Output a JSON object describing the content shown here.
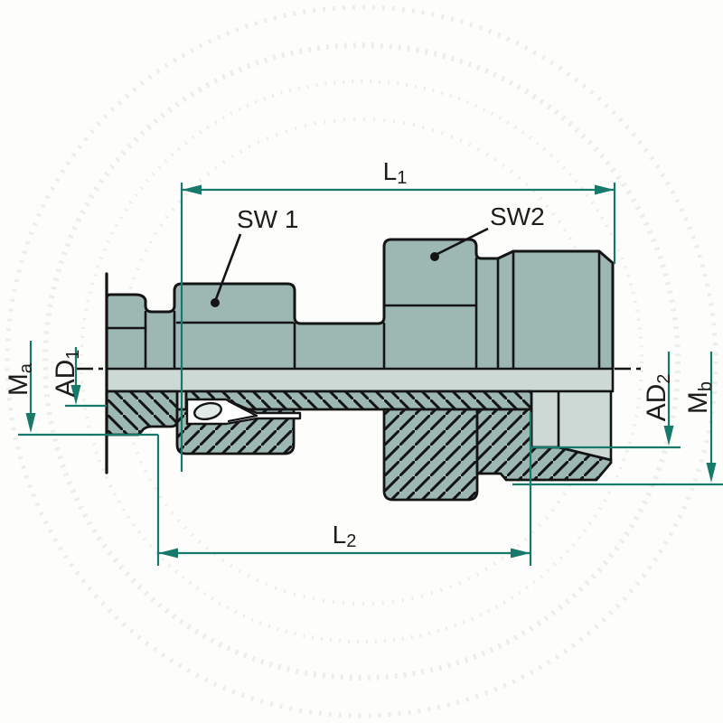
{
  "labels": {
    "length_top": {
      "base": "L",
      "sub": "1"
    },
    "length_bottom": {
      "base": "L",
      "sub": "2"
    },
    "wrench_1": "SW 1",
    "wrench_2": "SW2",
    "thread_left": {
      "base": "M",
      "sub": "a"
    },
    "tube_od_left": {
      "base": "AD",
      "sub": "1"
    },
    "tube_od_right": {
      "base": "AD",
      "sub": "2"
    },
    "thread_right": {
      "base": "M",
      "sub": "b"
    }
  },
  "colors": {
    "dimension": "#17796a",
    "body": "#9db8b3",
    "bore": "#ccd9d5",
    "olive": "#e0eae6",
    "outline": "#141414",
    "text": "#1d1d1b",
    "watermark": "#ededea",
    "background": "#fdfdfc"
  }
}
